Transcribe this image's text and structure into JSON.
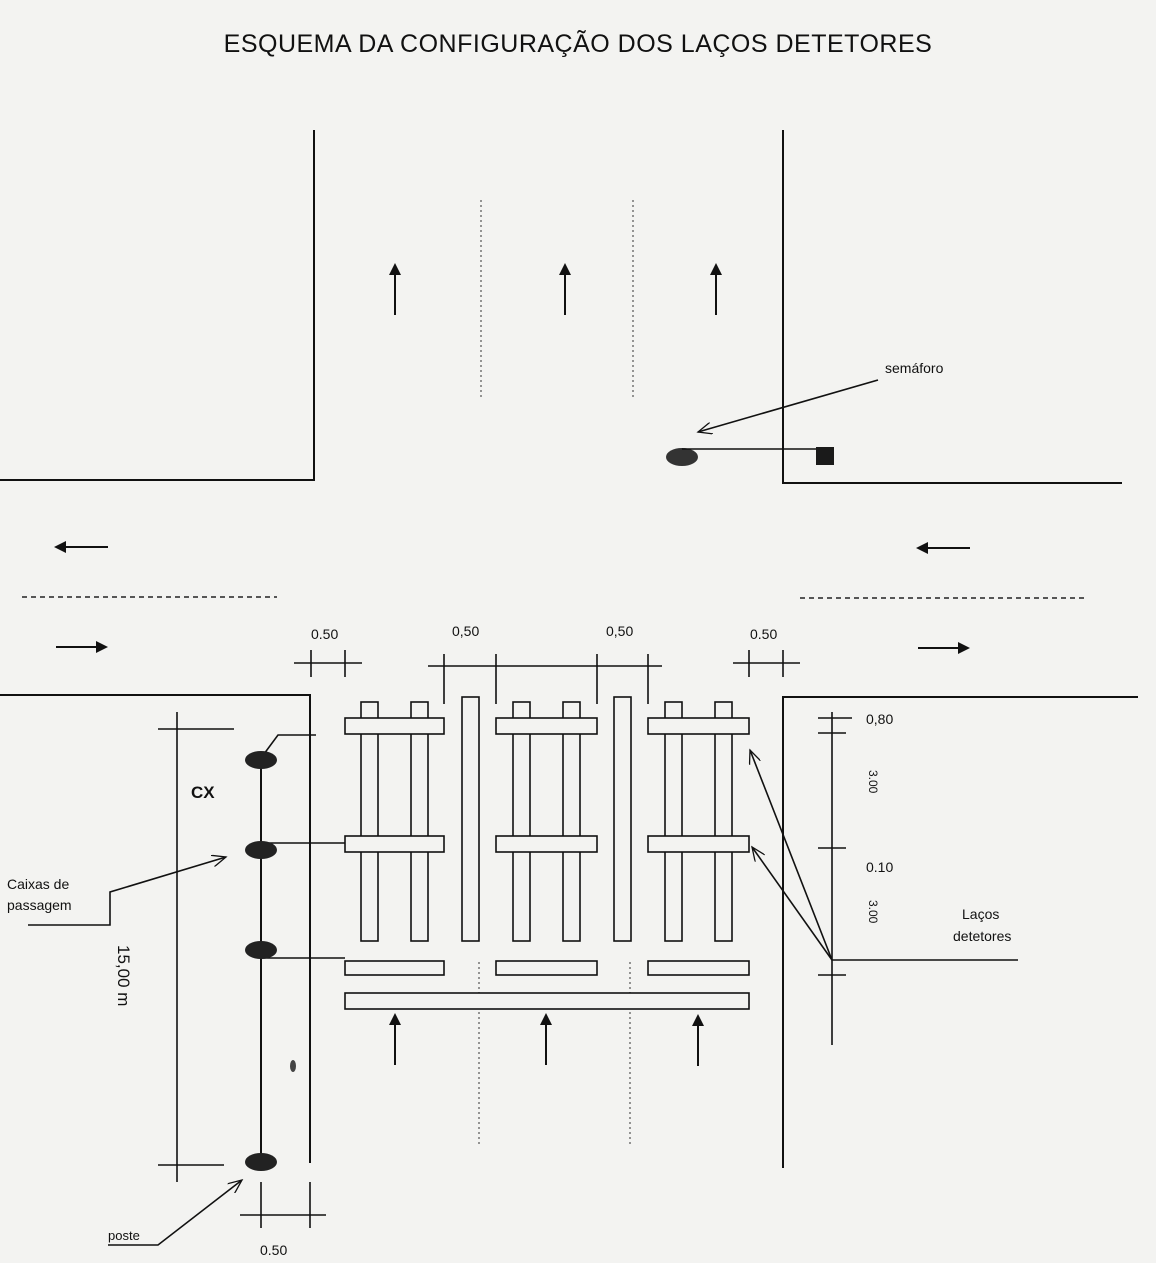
{
  "title": "ESQUEMA DA CONFIGURAÇÃO DOS LAÇOS DETETORES",
  "labels": {
    "semaforo": "semáforo",
    "caixas_line1": "Caixas de",
    "caixas_line2": "passagem",
    "cx": "CX",
    "poste": "poste",
    "lacos_line1": "Laços",
    "lacos_line2": "detetores",
    "dist_vertical": "15,00 m"
  },
  "dimensions": {
    "top_a": "0.50",
    "top_b": "0,50",
    "top_c": "0,50",
    "top_d": "0.50",
    "right_1": "0,80",
    "right_2": "3.00",
    "right_3": "0.10",
    "right_4": "3.00",
    "bottom": "0.50"
  },
  "colors": {
    "ink": "#111111",
    "paper": "#f3f3f1"
  }
}
